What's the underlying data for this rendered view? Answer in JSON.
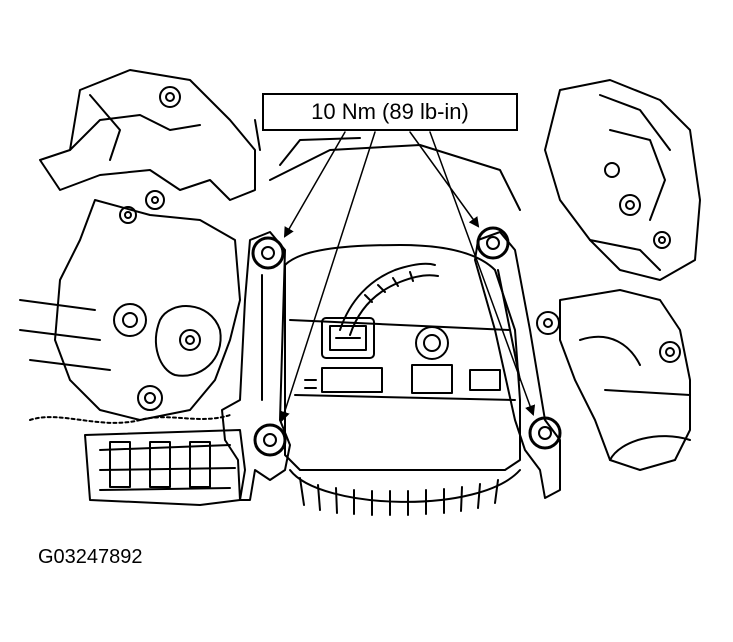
{
  "torque_callout": {
    "label": "10 Nm (89 lb-in)"
  },
  "figure": {
    "id": "G03247892"
  },
  "fasteners": [
    {
      "name": "bolt-upper-left"
    },
    {
      "name": "bolt-upper-right"
    },
    {
      "name": "bolt-lower-left"
    },
    {
      "name": "bolt-lower-right"
    }
  ]
}
